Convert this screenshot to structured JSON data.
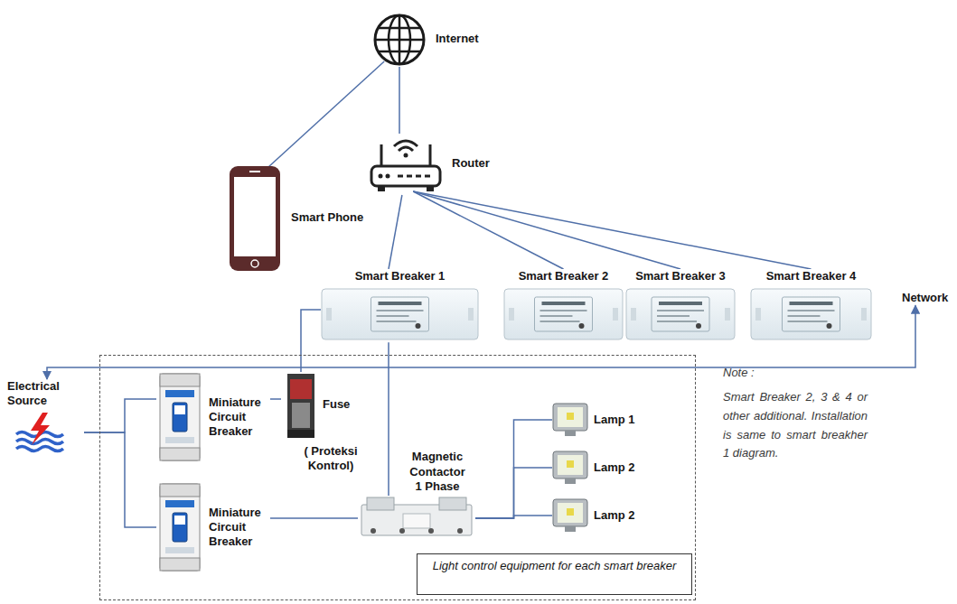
{
  "diagram": {
    "nodes": [
      {
        "text": [
          "Internet"
        ]
      },
      {
        "text": [
          "Smart Phone"
        ]
      },
      {
        "text": [
          "Router"
        ]
      },
      {
        "text": [
          "Smart Breaker 1"
        ]
      },
      {
        "text": [
          "Smart Breaker 2"
        ]
      },
      {
        "text": [
          "Smart Breaker 3"
        ]
      },
      {
        "text": [
          "Smart Breaker 4"
        ]
      },
      {
        "text": [
          "Light control equipment for each smart breaker"
        ]
      },
      {
        "text": [
          "Electrical Source"
        ]
      },
      {
        "text": [
          "Miniature Circuit Breaker"
        ],
        "in": 7
      },
      {
        "text": [
          "Fuse",
          "( Proteksi Kontrol)"
        ],
        "in": 7
      },
      {
        "text": [
          "Miniature Circuit Breaker"
        ],
        "in": 7
      },
      {
        "text": [
          "Magnetic Contactor 1 Phase"
        ],
        "in": 7
      },
      {
        "text": [
          "Lamp 1"
        ],
        "in": 7
      },
      {
        "text": [
          "Lamp 2"
        ],
        "in": 7
      },
      {
        "text": [
          "Lamp 2"
        ],
        "in": 7
      },
      {
        "text": [
          "Network"
        ]
      }
    ],
    "edges": [
      {
        "from": 0,
        "to": 1,
        "arrow": "none"
      },
      {
        "from": 0,
        "to": 2,
        "arrow": "none"
      },
      {
        "from": 2,
        "to": 3,
        "arrow": "none"
      },
      {
        "from": 2,
        "to": 4,
        "arrow": "none"
      },
      {
        "from": 2,
        "to": 5,
        "arrow": "none"
      },
      {
        "from": 2,
        "to": 6,
        "arrow": "none"
      },
      {
        "from": 3,
        "to": 10,
        "arrow": "none"
      },
      {
        "from": 3,
        "to": 12,
        "arrow": "none"
      },
      {
        "from": 8,
        "to": 16,
        "arrow": "both"
      },
      {
        "from": 8,
        "to": 9,
        "arrow": "none"
      },
      {
        "from": 8,
        "to": 11,
        "arrow": "none"
      },
      {
        "from": 9,
        "to": 10,
        "arrow": "none"
      },
      {
        "from": 11,
        "to": 12,
        "arrow": "none"
      },
      {
        "from": 12,
        "to": 13,
        "arrow": "none"
      },
      {
        "from": 12,
        "to": 14,
        "arrow": "none"
      },
      {
        "from": 12,
        "to": 15,
        "arrow": "none"
      }
    ],
    "labels": [
      "Note :",
      "Smart Breaker 2, 3 & 4 or other additional. Installation is same to smart breakher 1 diagram."
    ]
  }
}
